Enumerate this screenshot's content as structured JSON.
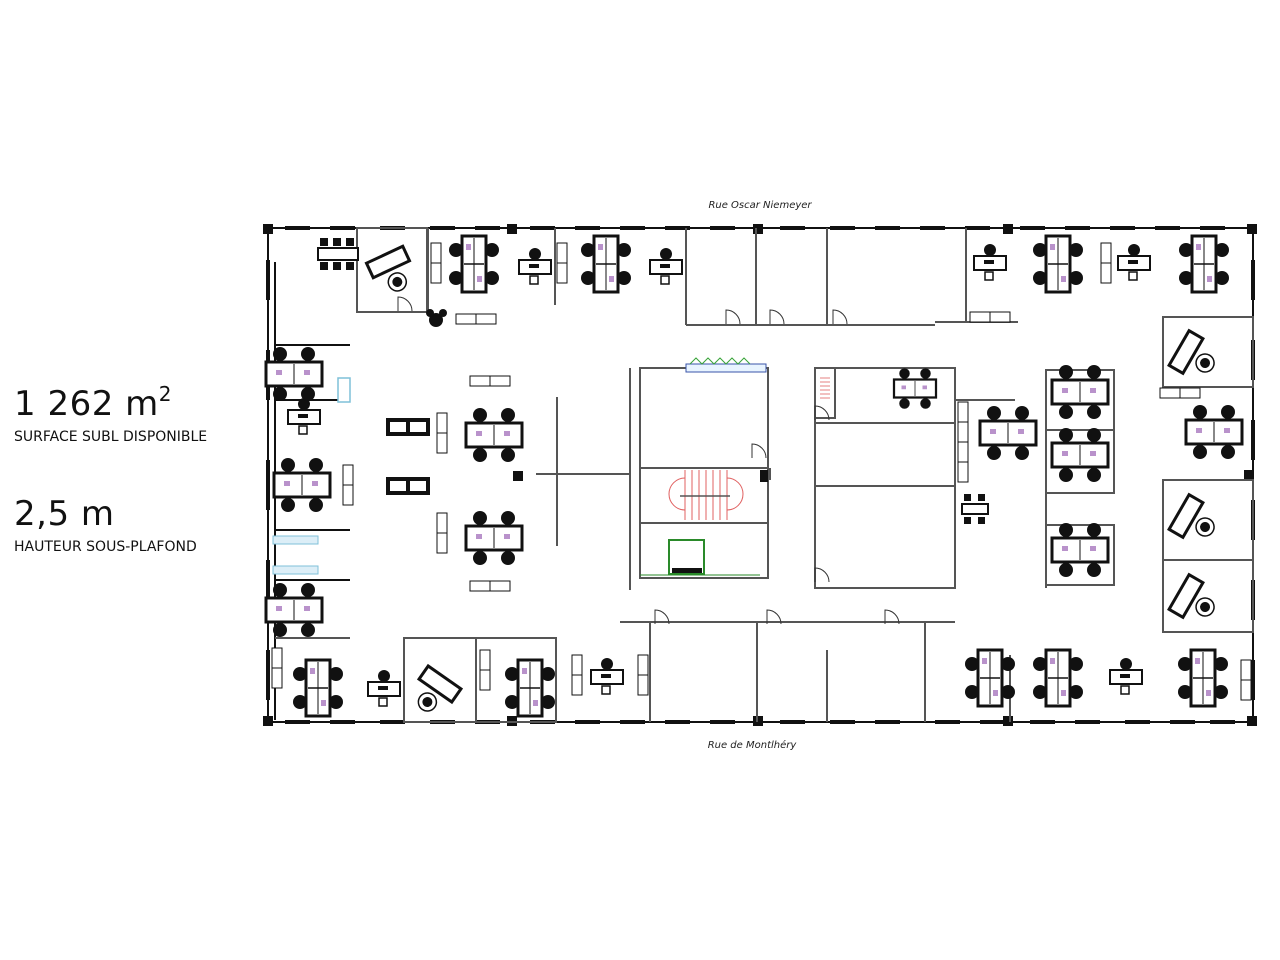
{
  "stats": [
    {
      "value": "1 262 m",
      "superscript": "2",
      "label": "SURFACE SUBL DISPONIBLE"
    },
    {
      "value": "2,5 m",
      "superscript": "",
      "label": "HAUTEUR SOUS-PLAFOND"
    }
  ],
  "streets": {
    "top": "Rue Oscar Niemeyer",
    "bottom": "Rue de Montlhéry"
  },
  "plan": {
    "type": "office floor plan",
    "colors": {
      "wall": "#111111",
      "partition": "#555555",
      "stairs": "#e06060",
      "elevator": "#2a8a2a",
      "planter": "#3aa53a",
      "glazing": "#7fc0d8",
      "workstation_accent": "#8a4aa8"
    },
    "zones": [
      "open-space-west",
      "meeting-room-north-1",
      "office-north-2",
      "office-north-3",
      "office-north-4",
      "core-stair-elevator",
      "core-rooms-east",
      "open-space-east",
      "offices-east-column",
      "offices-south"
    ]
  }
}
